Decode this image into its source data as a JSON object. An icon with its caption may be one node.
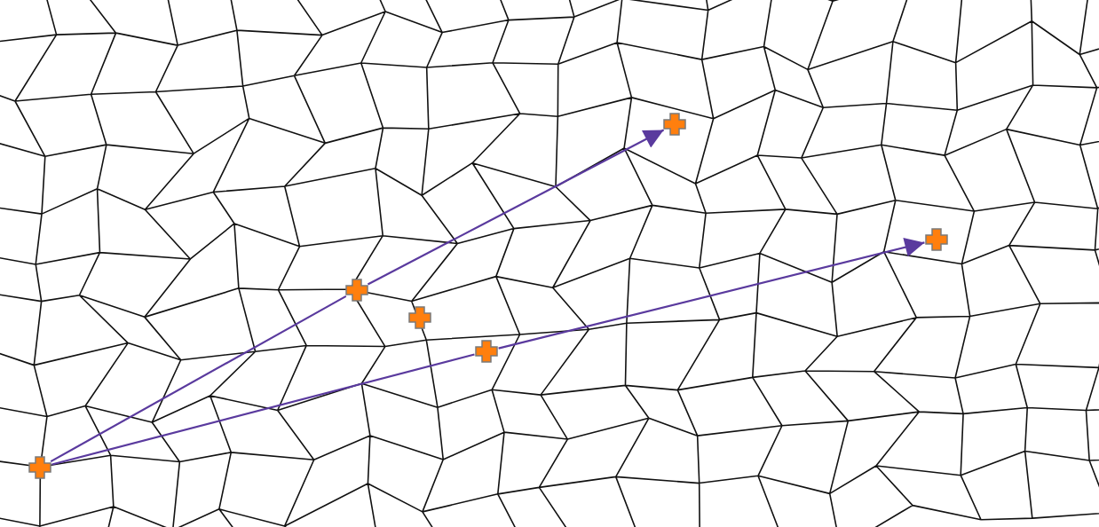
{
  "diagram": {
    "nodes": [
      {
        "text": [],
        "shape": "cross"
      },
      {
        "text": [],
        "shape": "cross"
      },
      {
        "text": [],
        "shape": "cross"
      },
      {
        "text": [],
        "shape": "cross"
      },
      {
        "text": [],
        "shape": "cross"
      },
      {
        "text": [],
        "shape": "cross"
      }
    ],
    "edges": [
      {
        "from": 0,
        "to": 1,
        "arrow": "none"
      },
      {
        "from": 1,
        "to": 4,
        "arrow": "to"
      },
      {
        "from": 0,
        "to": 3,
        "arrow": "none"
      },
      {
        "from": 3,
        "to": 5,
        "arrow": "to"
      }
    ]
  }
}
